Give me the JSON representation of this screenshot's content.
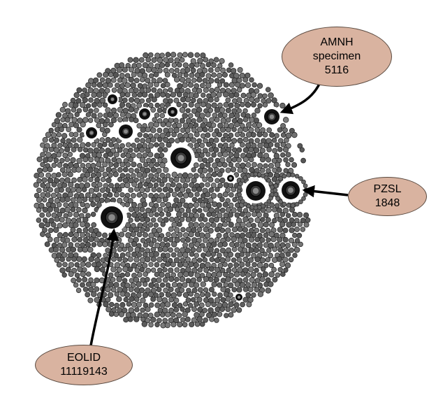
{
  "network": {
    "node_color": "#666666",
    "node_stroke": "#2a2a2a",
    "hub_color": "#111111",
    "label_fill": "#d9b3a0"
  },
  "callouts": {
    "amnh": {
      "lines": [
        "AMNH",
        "specimen",
        "5116"
      ]
    },
    "pzsl": {
      "lines": [
        "PZSL",
        "1848"
      ]
    },
    "eolid": {
      "lines": [
        "EOLID",
        "11119143"
      ]
    }
  }
}
